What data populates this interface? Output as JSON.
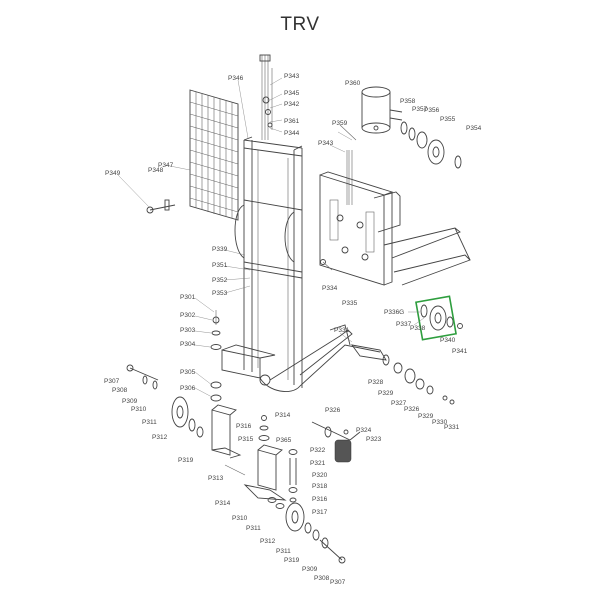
{
  "title": "TRV",
  "highlight_color": "#2e9e3e",
  "labels": {
    "p346": "P346",
    "p343": "P343",
    "p345": "P345",
    "p342": "P342",
    "p361": "P361",
    "p344": "P344",
    "p360": "P360",
    "p358": "P358",
    "p357": "P357",
    "p356": "P356",
    "p355": "P355",
    "p354": "P354",
    "p359": "P359",
    "p343b": "P343",
    "p348": "P348",
    "p347": "P347",
    "p349": "P349",
    "p339": "P339",
    "p351": "P351",
    "p352": "P352",
    "p353": "P353",
    "p334": "P334",
    "p335": "P335",
    "p336g": "P336G",
    "p337": "P337",
    "p338": "P338",
    "p340": "P340",
    "p341": "P341",
    "p301": "P301",
    "p302": "P302",
    "p303": "P303",
    "p304": "P304",
    "p305": "P305",
    "p306": "P306",
    "p331": "P331",
    "p307": "P307",
    "p308": "P308",
    "p309": "P309",
    "p310": "P310",
    "p311": "P311",
    "p312": "P312",
    "p319": "P319",
    "p315": "P315",
    "p314": "P314",
    "p313": "P313",
    "p326": "P326",
    "p328": "P328",
    "p329": "P329",
    "p327": "P327",
    "p326b": "P326",
    "p329b": "P329",
    "p330": "P330",
    "p331b": "P331",
    "p316": "P316",
    "p365": "P365",
    "p322": "P322",
    "p324": "P324",
    "p323": "P323",
    "p321": "P321",
    "p320": "P320",
    "p318": "P318",
    "p317": "P317",
    "p314b": "P314",
    "p310b": "P310",
    "p311b": "P311",
    "p312b": "P312",
    "p311c": "P311",
    "p319b": "P319",
    "p309b": "P309",
    "p308b": "P308",
    "p307b": "P307",
    "p316b": "P316"
  }
}
